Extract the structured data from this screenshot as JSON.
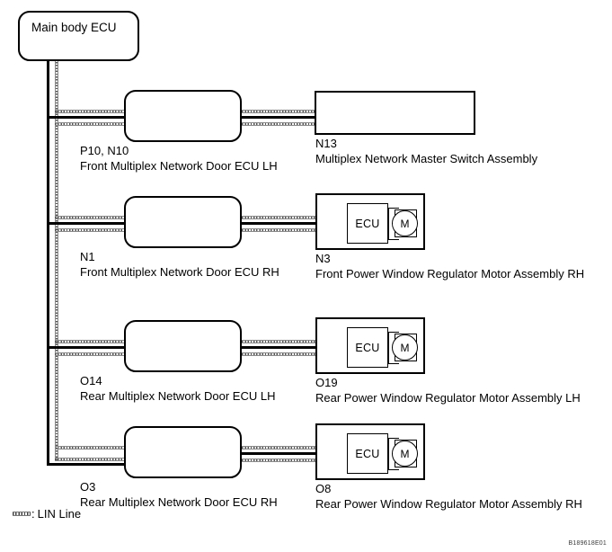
{
  "diagram": {
    "reference_code": "B189618E01",
    "legend": {
      "symbol_name": "lin-line-symbol",
      "separator": ":",
      "label": "LIN Line"
    },
    "nodes": {
      "main_ecu": {
        "title": "Main body ECU"
      },
      "front_door_lh": {
        "code": "P10, N10",
        "desc": "Front Multiplex Network Door ECU LH"
      },
      "master_switch": {
        "code": "N13",
        "desc": "Multiplex Network Master Switch Assembly"
      },
      "front_door_rh": {
        "code": "N1",
        "desc": "Front Multiplex Network Door ECU RH"
      },
      "front_motor_rh": {
        "code": "N3",
        "desc": "Front Power Window Regulator Motor Assembly RH",
        "ecu_label": "ECU",
        "motor_label": "M"
      },
      "rear_door_lh": {
        "code": "O14",
        "desc": "Rear Multiplex Network Door ECU LH"
      },
      "rear_motor_lh": {
        "code": "O19",
        "desc": "Rear Power Window Regulator Motor Assembly LH",
        "ecu_label": "ECU",
        "motor_label": "M"
      },
      "rear_door_rh": {
        "code": "O3",
        "desc": "Rear Multiplex Network Door ECU RH"
      },
      "rear_motor_rh": {
        "code": "O8",
        "desc": "Rear Power Window Regulator Motor Assembly RH",
        "ecu_label": "ECU",
        "motor_label": "M"
      }
    },
    "colors": {
      "line": "#000000",
      "lin_line": "#555555",
      "background": "#ffffff"
    }
  }
}
